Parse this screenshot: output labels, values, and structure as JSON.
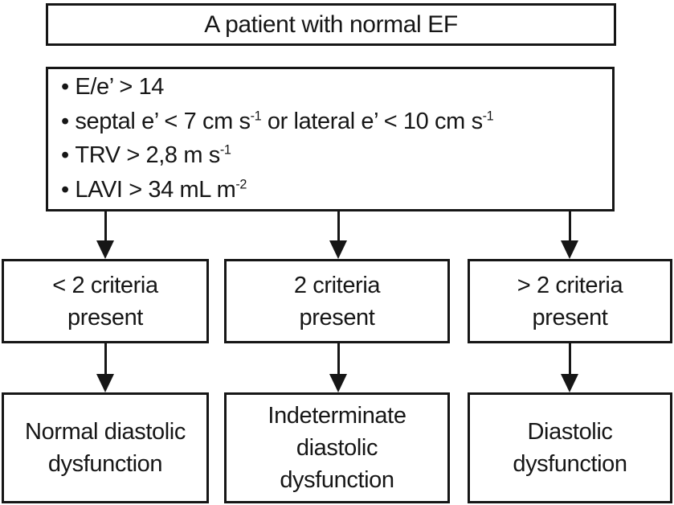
{
  "diagram": {
    "title_box": {
      "label": "A patient with normal EF"
    },
    "criteria_box": {
      "items": [
        {
          "segments": [
            {
              "text": "E/e’ > 14"
            }
          ]
        },
        {
          "segments": [
            {
              "text": "septal e’ < 7 cm s"
            },
            {
              "text": "-1",
              "sup": true
            },
            {
              "text": " or lateral e’ < 10 cm s"
            },
            {
              "text": "-1",
              "sup": true
            }
          ]
        },
        {
          "segments": [
            {
              "text": "TRV > 2,8 m s"
            },
            {
              "text": "-1",
              "sup": true
            }
          ]
        },
        {
          "segments": [
            {
              "text": "LAVI > 34 mL m"
            },
            {
              "text": "-2",
              "sup": true
            }
          ]
        }
      ]
    },
    "branches": [
      {
        "condition": "< 2 criteria\npresent",
        "outcome": "Normal diastolic\ndysfunction"
      },
      {
        "condition": "2 criteria\npresent",
        "outcome": "Indeterminate\ndiastolic\ndysfunction"
      },
      {
        "condition": "> 2 criteria\npresent",
        "outcome": "Diastolic\ndysfunction"
      }
    ],
    "colors": {
      "ink": "#161616",
      "background": "#ffffff"
    }
  }
}
